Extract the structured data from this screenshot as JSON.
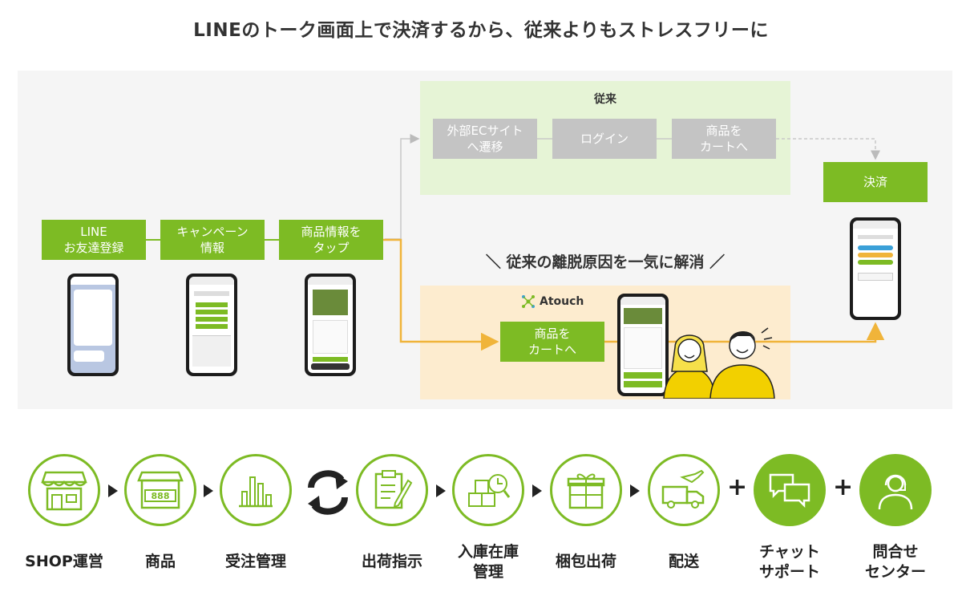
{
  "title": "LINEのトーク画面上で決済するから、従来よりもストレスフリーに",
  "traditional": {
    "title": "従来",
    "steps": [
      "外部ECサイト\nへ遷移",
      "ログイン",
      "商品を\nカートへ"
    ]
  },
  "payment": "決済",
  "line_steps": [
    "LINE\nお友達登録",
    "キャンペーン\n情報",
    "商品情報を\nタップ"
  ],
  "slogan": "＼ 従来の離脱原因を一気に解消 ／",
  "atouch": {
    "logo_text": "Atouch",
    "step": "商品を\nカートへ"
  },
  "process": {
    "labels": [
      "SHOP運営",
      "商品",
      "受注管理",
      "出荷指示",
      "入庫在庫\n管理",
      "梱包出荷",
      "配送",
      "チャット\nサポート",
      "問合せ\nセンター"
    ]
  },
  "colors": {
    "green": "#7dbb24",
    "gray_step": "#c4c4c4",
    "orange_arrow": "#f0b43a",
    "trad_bg": "#e6f4d6",
    "atouch_bg": "#fdeccf"
  }
}
